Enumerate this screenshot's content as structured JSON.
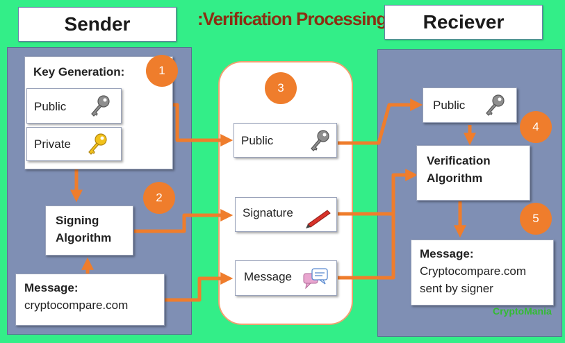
{
  "header": {
    "sender": "Sender",
    "title": ":Verification Processing:",
    "receiver": "Reciever"
  },
  "sender": {
    "key_generation": "Key Generation:",
    "public": "Public",
    "private": "Private",
    "signing_line1": "Signing",
    "signing_line2": "Algorithm",
    "message_title": "Message:",
    "message_text": "cryptocompare.com"
  },
  "middle": {
    "public": "Public",
    "signature": "Signature",
    "message": "Message"
  },
  "receiver": {
    "public": "Public",
    "verification_line1": "Verification",
    "verification_line2": "Algorithm",
    "message_title": "Message:",
    "message_line1": "Cryptocompare.com",
    "message_line2": "sent by signer"
  },
  "steps": [
    "1",
    "2",
    "3",
    "4",
    "5"
  ],
  "watermark": "CryptoMania",
  "icons": [
    "key-icon",
    "gold-key-icon",
    "pencil-icon",
    "chat-bubbles-icon"
  ],
  "colors": {
    "background": "#33ee88",
    "panel": "#7f8fb4",
    "accent": "#ef7d2c",
    "title": "#8b2e12"
  }
}
